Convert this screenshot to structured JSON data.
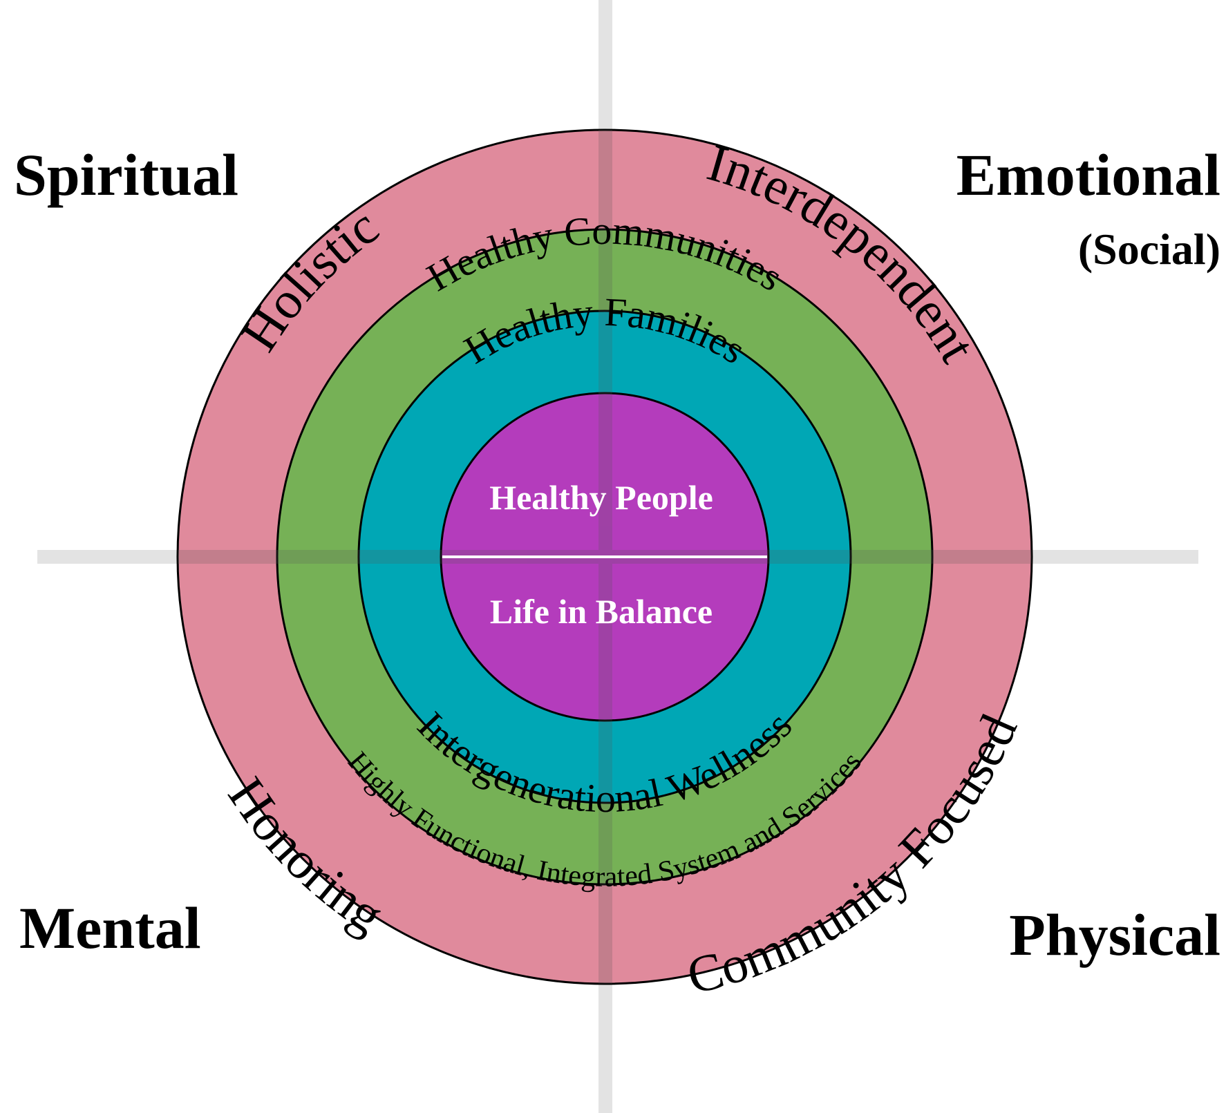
{
  "corners": {
    "top_left": "Spiritual",
    "top_right": "Emotional",
    "top_right_sub": "(Social)",
    "bottom_left": "Mental",
    "bottom_right": "Physical"
  },
  "rings": {
    "outer": {
      "color": "#e08a9c",
      "labels": {
        "top_left": "Holistic",
        "top_right": "Interdependent",
        "bottom_left": "Honoring",
        "bottom_right": "Community Focused"
      }
    },
    "green": {
      "color": "#76b156",
      "top": "Healthy Communities",
      "bottom": "Highly Functional, Integrated System and Services"
    },
    "teal": {
      "color": "#00a7b5",
      "top": "Healthy Families",
      "bottom": "Intergenerational Wellness"
    },
    "center": {
      "color": "#b43cbc",
      "top": "Healthy People",
      "bottom": "Life in Balance"
    }
  },
  "cross_color": "#e3e3e3"
}
